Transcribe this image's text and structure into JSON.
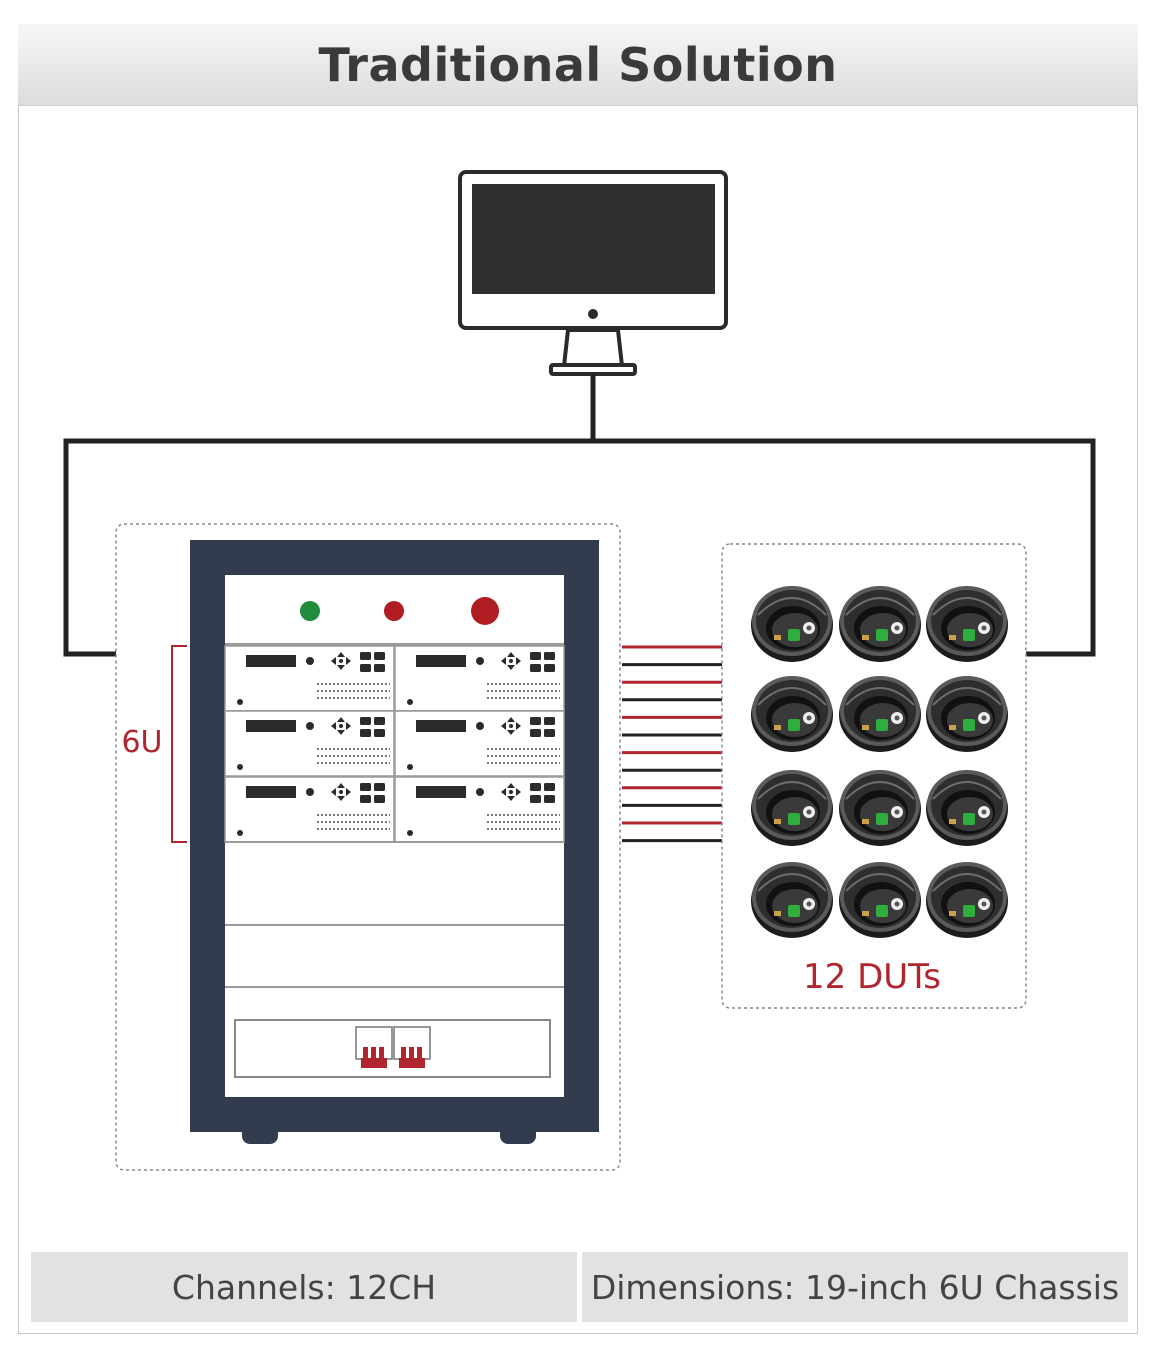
{
  "title": "Traditional Solution",
  "rack": {
    "size_label": "6U"
  },
  "duts": {
    "label": "12 DUTs",
    "count": 12
  },
  "footer": {
    "channels": "Channels: 12CH",
    "dimensions": "Dimensions: 19-inch 6U Chassis"
  },
  "colors": {
    "accent_red": "#b0252e",
    "rack_frame": "#323c4e",
    "indicator_green": "#1e8c3a",
    "indicator_red": "#b01e24",
    "wire_dark": "#222222"
  }
}
